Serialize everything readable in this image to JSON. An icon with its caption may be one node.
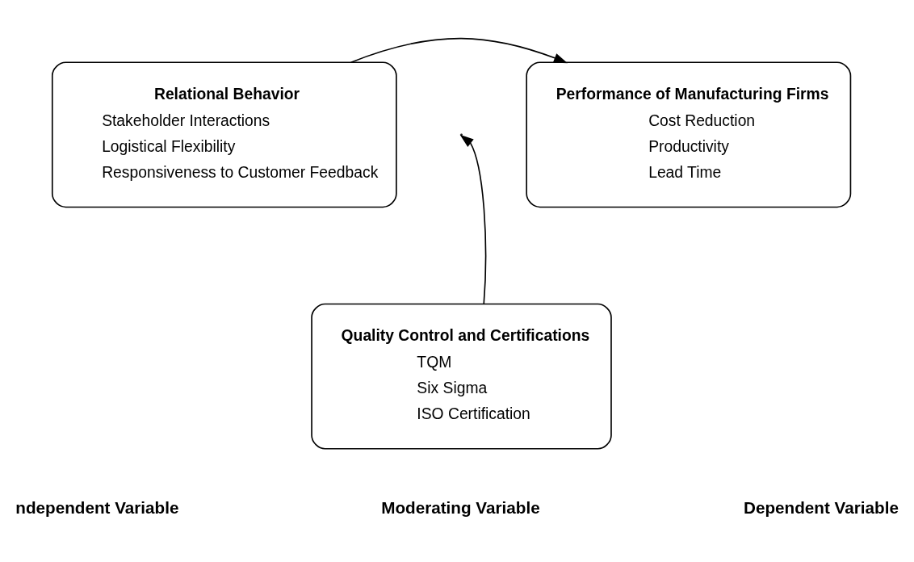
{
  "diagram": {
    "nodes": [
      {
        "text": [
          "Relational Behavior",
          "Stakeholder Interactions",
          "Logistical Flexibility",
          "Responsiveness to Customer Feedback"
        ]
      },
      {
        "text": [
          "Performance of Manufacturing Firms",
          "Cost Reduction",
          "Productivity",
          "Lead Time"
        ]
      },
      {
        "text": [
          "Quality Control and Certifications",
          "TQM",
          "Six Sigma",
          "ISO Certification"
        ]
      }
    ],
    "edges": [
      {
        "from": 0,
        "to": 1,
        "arrow": "to"
      },
      {
        "from": 2,
        "to": null,
        "arrow": "to"
      }
    ],
    "labels": [
      "ndependent Variable",
      "Moderating Variable",
      "Dependent Variable"
    ]
  }
}
